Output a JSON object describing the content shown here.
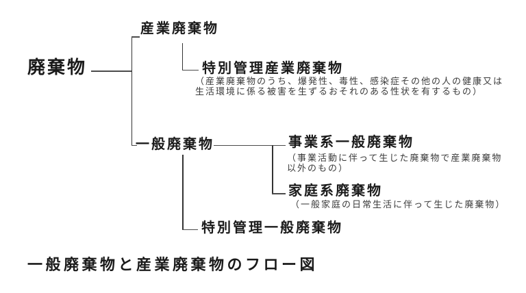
{
  "diagram": {
    "root": {
      "label": "廃棄物"
    },
    "nodes": {
      "industrial": {
        "label": "産業廃棄物"
      },
      "special_industrial": {
        "label": "特別管理産業廃棄物",
        "desc_line1": "（産業廃棄物のうち、爆発性、毒性、感染症その他の人の健康又は",
        "desc_line2": "生活環境に係る被害を生ずるおそれのある性状を有するもの）"
      },
      "general": {
        "label": "一般廃棄物"
      },
      "business_general": {
        "label": "事業系一般廃棄物",
        "desc_line1": "（事業活動に伴って生じた廃棄物で産業廃棄物",
        "desc_line2": "以外のもの）"
      },
      "household": {
        "label": "家庭系廃棄物",
        "desc_line1": "（一般家庭の日常生活に伴って生じた廃棄物）"
      },
      "special_general": {
        "label": "特別管理一般廃棄物"
      }
    },
    "caption": "一般廃棄物と産業廃棄物のフロー図",
    "colors": {
      "text": "#1a1a1a",
      "desc_text": "#3a3a3a",
      "line": "#4a4a4a",
      "background": "#ffffff"
    }
  }
}
